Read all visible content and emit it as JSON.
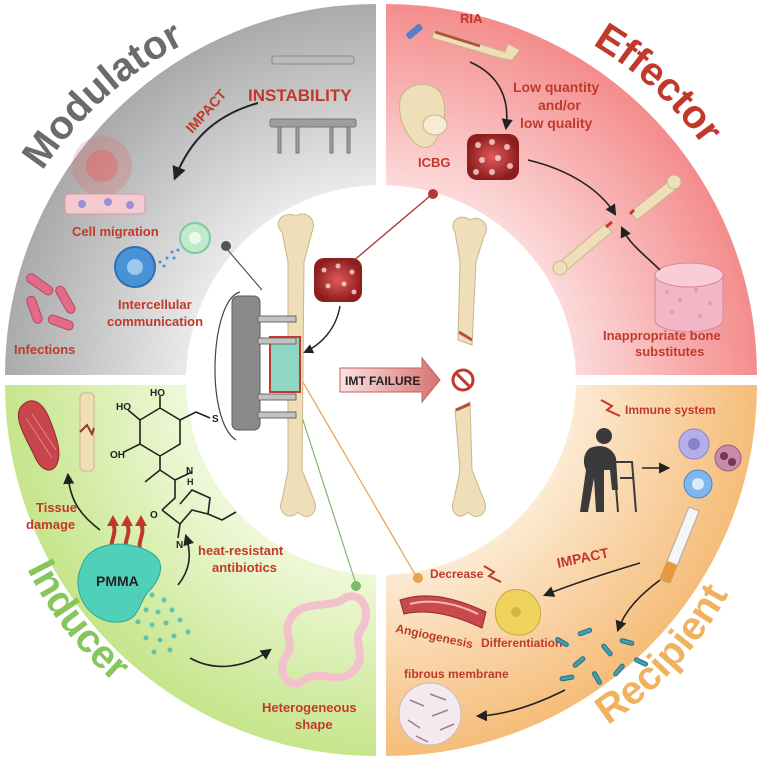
{
  "quadrants": {
    "modulator": "Modulator",
    "effector": "Effector",
    "inducer": "Inducer",
    "recipient": "Recipient"
  },
  "center": {
    "failure_label": "IMT FAILURE"
  },
  "modulator_panel": {
    "instability": "INSTABILITY",
    "impact": "IMPACT",
    "cell_migration": "Cell migration",
    "intercellular_1": "Intercellular",
    "intercellular_2": "communication",
    "infections": "Infections"
  },
  "effector_panel": {
    "ria": "RIA",
    "icbg": "ICBG",
    "low_quantity_1": "Low quantity",
    "low_quantity_2": "and/or",
    "low_quantity_3": "low quality",
    "substitutes_1": "Inappropriate bone",
    "substitutes_2": "substitutes"
  },
  "inducer_panel": {
    "tissue_1": "Tissue",
    "tissue_2": "damage",
    "pmma": "PMMA",
    "antibiotics_1": "heat-resistant",
    "antibiotics_2": "antibiotics",
    "shape_1": "Heterogeneous",
    "shape_2": "shape",
    "chem_labels": [
      "HO",
      "HO",
      "OH",
      "S",
      "N",
      "H",
      "O",
      "N"
    ]
  },
  "recipient_panel": {
    "immune_system": "Immune system",
    "impact": "IMPACT",
    "decrease": "Decrease",
    "angiogenesis": "Angiogenesis",
    "differentiation": "Differentiation",
    "fibrous_membrane": "fibrous membrane"
  },
  "colors": {
    "modulator": "#c8c8c8",
    "effector": "#f7a3a3",
    "inducer": "#d3ec9c",
    "recipient": "#f7c993",
    "accent_red": "#c0392b"
  }
}
